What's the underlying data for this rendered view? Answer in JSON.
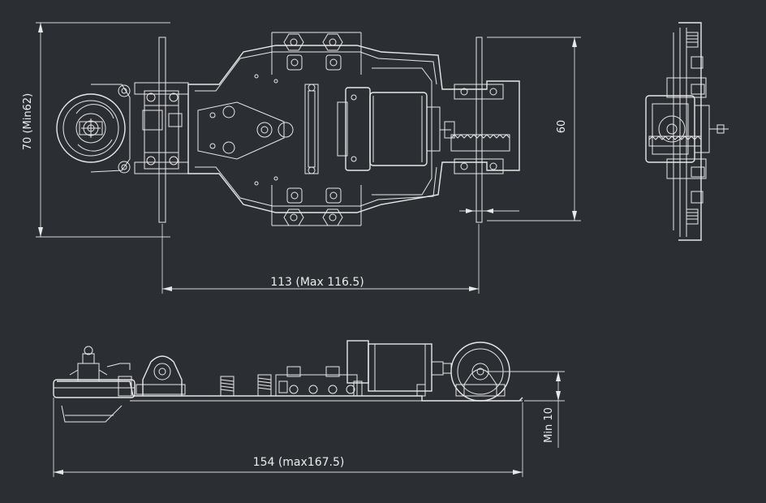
{
  "colors": {
    "background": "#2b2e33",
    "line": "#e8e8e8"
  },
  "dimensions": {
    "width_height": "70 (Min62)",
    "axle_track": "60",
    "wheelbase": "113 (Max 116.5)",
    "overall_length": "154 (max167.5)",
    "ground_clearance": "Min 10"
  },
  "views": [
    "top-view",
    "front-view",
    "side-view"
  ]
}
